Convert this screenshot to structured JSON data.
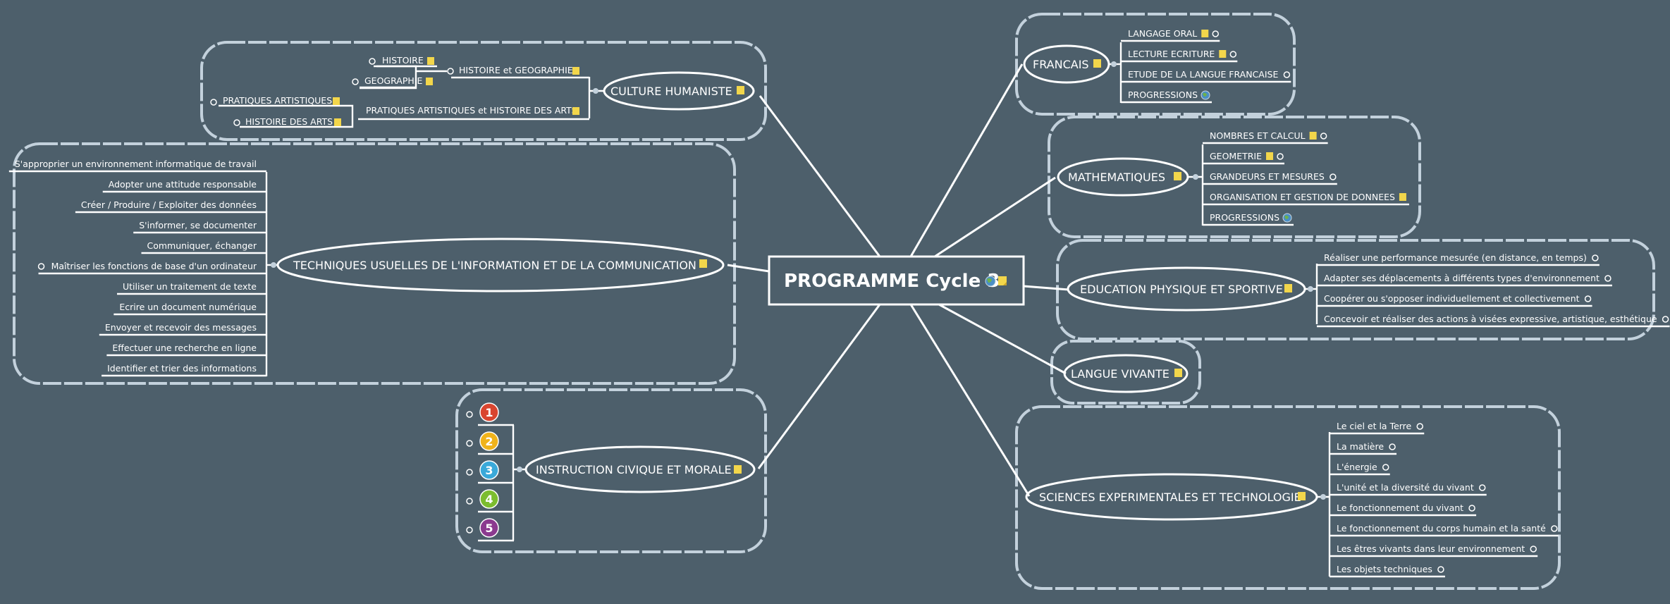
{
  "center": {
    "title": "PROGRAMME Cycle 3"
  },
  "branches": {
    "culture": {
      "label": "CULTURE HUMANISTE",
      "sub1": "HISTOIRE et GEOGRAPHIE",
      "sub1_children": [
        "HISTOIRE",
        "GEOGRAPHIE"
      ],
      "sub2": "PRATIQUES ARTISTIQUES et HISTOIRE DES ARTS",
      "sub2_children": [
        "PRATIQUES ARTISTIQUES",
        "HISTOIRE DES ARTS"
      ]
    },
    "tice": {
      "label": "TECHNIQUES USUELLES DE L'INFORMATION ET DE LA COMMUNICATION",
      "items": [
        "S'approprier un environnement informatique de travail",
        "Adopter une attitude responsable",
        "Créer / Produire / Exploiter des données",
        "S'informer, se documenter",
        "Communiquer, échanger",
        "Maîtriser les fonctions de base d'un ordinateur",
        "Utiliser un traitement de texte",
        "Ecrire un document numérique",
        "Envoyer et recevoir des messages",
        "Effectuer une recherche en ligne",
        "Identifier et trier des informations"
      ]
    },
    "civique": {
      "label": "INSTRUCTION CIVIQUE ET MORALE",
      "items": [
        "1",
        "2",
        "3",
        "4",
        "5"
      ]
    },
    "francais": {
      "label": "FRANCAIS",
      "items": [
        "LANGAGE ORAL",
        "LECTURE ECRITURE",
        "ETUDE DE LA LANGUE FRANCAISE",
        "PROGRESSIONS"
      ]
    },
    "maths": {
      "label": "MATHEMATIQUES",
      "items": [
        "NOMBRES ET CALCUL",
        "GEOMETRIE",
        "GRANDEURS ET MESURES",
        "ORGANISATION ET GESTION DE DONNEES",
        "PROGRESSIONS"
      ]
    },
    "eps": {
      "label": "EDUCATION PHYSIQUE ET SPORTIVE",
      "items": [
        "Réaliser une performance mesurée (en distance, en temps)",
        "Adapter ses déplacements à différents types d'environnement",
        "Coopérer ou s'opposer individuellement et collectivement",
        "Concevoir et réaliser des actions à visées expressive, artistique, esthétique"
      ]
    },
    "langue": {
      "label": "LANGUE VIVANTE"
    },
    "sciences": {
      "label": "SCIENCES EXPERIMENTALES ET TECHNOLOGIE",
      "items": [
        "Le ciel et la Terre",
        "La matière",
        "L'énergie",
        "L'unité et la diversité du vivant",
        "Le fonctionnement du vivant",
        "Le fonctionnement du corps humain et la santé",
        "Les êtres vivants dans leur environnement",
        "Les objets techniques"
      ]
    }
  },
  "colors": {
    "background": "#4d5f6b",
    "cloud_stroke": "#c3d1dc",
    "lines": "#ffffff",
    "note_icon": "#f2d64b",
    "number_badges": [
      "#d9452f",
      "#f0b31b",
      "#3aa9d9",
      "#7cbd2f",
      "#8b3a8f"
    ]
  },
  "icons": [
    "note-icon",
    "globe-icon",
    "expand-marker-icon"
  ]
}
